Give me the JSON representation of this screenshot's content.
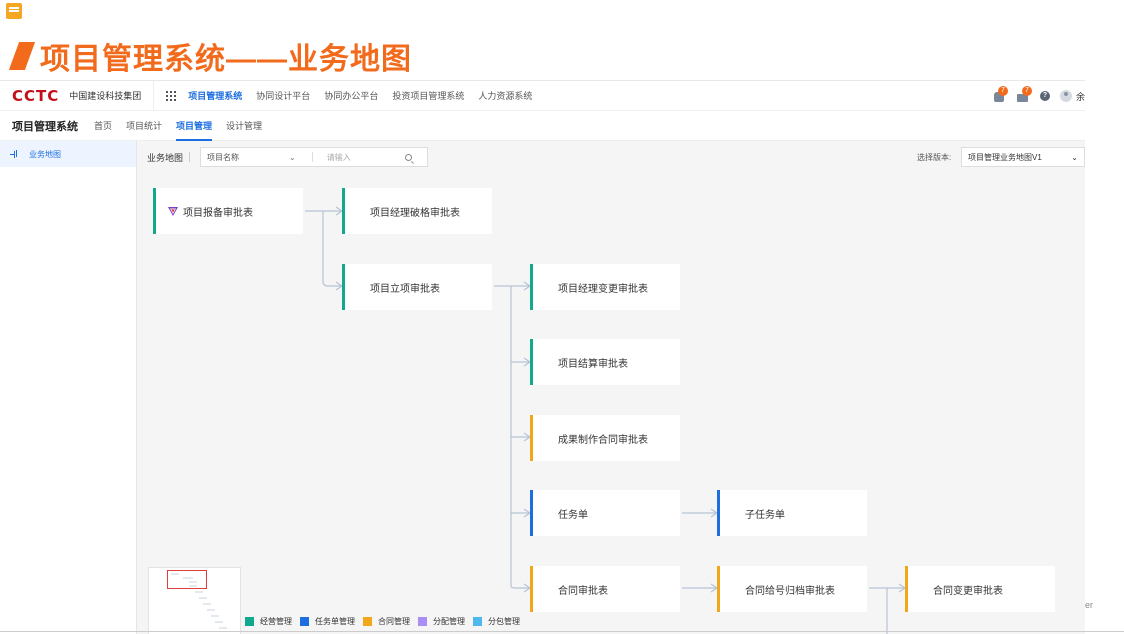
{
  "slide": {
    "title": "项目管理系统——业务地图"
  },
  "header": {
    "logo": "CCTC",
    "company": "中国建设科技集团",
    "nav": [
      "项目管理系统",
      "协同设计平台",
      "协同办公平台",
      "投资项目管理系统",
      "人力资源系统"
    ],
    "active_nav": "项目管理系统",
    "notif_badge": "7",
    "mail_badge": "7",
    "help": "?",
    "user": "余"
  },
  "subheader": {
    "system_name": "项目管理系统",
    "tabs": [
      "首页",
      "项目统计",
      "项目管理",
      "设计管理"
    ],
    "active_tab": "项目管理"
  },
  "sidebar": {
    "items": [
      {
        "label": "业务地图",
        "active": true
      }
    ]
  },
  "toolbar": {
    "label": "业务地图",
    "select_value": "项目名称",
    "search_placeholder": "请输入",
    "version_label": "选择版本:",
    "version_value": "项目管理业务地图V1"
  },
  "flow": {
    "nodes": [
      {
        "label": "项目报备审批表",
        "category": "经营管理"
      },
      {
        "label": "项目经理破格审批表",
        "category": "经营管理"
      },
      {
        "label": "项目立项审批表",
        "category": "经营管理"
      },
      {
        "label": "项目经理变更审批表",
        "category": "经营管理"
      },
      {
        "label": "项目结算审批表",
        "category": "经营管理"
      },
      {
        "label": "成果制作合同审批表",
        "category": "合同管理"
      },
      {
        "label": "任务单",
        "category": "任务单管理"
      },
      {
        "label": "子任务单",
        "category": "任务单管理"
      },
      {
        "label": "合同审批表",
        "category": "合同管理"
      },
      {
        "label": "合同给号归档审批表",
        "category": "合同管理"
      },
      {
        "label": "合同变更审批表",
        "category": "合同管理"
      }
    ]
  },
  "legend": [
    {
      "label": "经营管理",
      "color": "#12a88e"
    },
    {
      "label": "任务单管理",
      "color": "#1d6fe0"
    },
    {
      "label": "合同管理",
      "color": "#f0a81a"
    },
    {
      "label": "分配管理",
      "color": "#a98ff5"
    },
    {
      "label": "分包管理",
      "color": "#4fb8ef"
    }
  ],
  "edge_text": "er"
}
